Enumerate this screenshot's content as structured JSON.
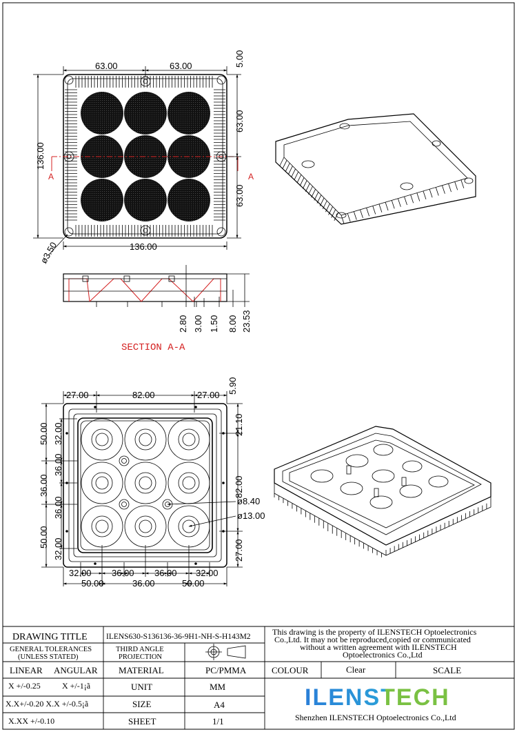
{
  "views": {
    "top_view": {
      "dims": [
        "63.00",
        "63.00",
        "5.00",
        "63.00",
        "63.00",
        "136.00",
        "136.00",
        "ø3.50"
      ],
      "section_marks": [
        "A",
        "A"
      ]
    },
    "section_view": {
      "title": "SECTION A-A",
      "dims": [
        "2.80",
        "3.00",
        "1.50",
        "8.00",
        "23.53"
      ]
    },
    "bottom_view": {
      "top_dims": [
        "27.00",
        "82.00",
        "27.00",
        "5.90"
      ],
      "left_outer": [
        "50.00",
        "36.00",
        "50.00"
      ],
      "left_inner": [
        "32.00",
        "36.00",
        "36.00",
        "32.00"
      ],
      "right_dims": [
        "21.10",
        "82.00",
        "27.00"
      ],
      "callouts": [
        "ø8.40",
        "ø13.00"
      ],
      "bottom_inner": [
        "32.00",
        "36.00",
        "36.00",
        "32.00"
      ],
      "bottom_outer": [
        "50.00",
        "36.00",
        "50.00"
      ]
    }
  },
  "title_block": {
    "drawing_title_label": "DRAWING TITLE",
    "drawing_number": "ILENS630-S136136-36-9H1-NH-S-H143M2",
    "general_tolerances": "GENERAL TOLERANCES",
    "unless_stated": "(UNLESS STATED)",
    "third_angle": "THIRD ANGLE",
    "projection": "PROJECTION",
    "notice_line1": "This drawing is the property of ILENSTECH Optoelectronics",
    "notice_line2": "Co.,Ltd. It may not be reproduced,copied or communicated",
    "notice_line3": "without a written agreement with ILENSTECH",
    "notice_line4": "Optoelectronics Co.,Ltd",
    "linear": "LINEAR",
    "angular": "ANGULAR",
    "material_label": "MATERIAL",
    "material_value": "PC/PMMA",
    "colour_label": "COLOUR",
    "colour_value": "Clear",
    "scale_label": "SCALE",
    "tol_x_lin": "X  +/-0.25",
    "tol_x_ang": "X  +/-1¡ã",
    "tol_xx": "X.X+/-0.20 X.X +/-0.5¡ã",
    "tol_xxx": "X.XX +/-0.10",
    "unit_label": "UNIT",
    "unit_value": "MM",
    "size_label": "SIZE",
    "size_value": "A4",
    "sheet_label": "SHEET",
    "sheet_value": "1/1",
    "logo_text": "ILENSTECH",
    "company": "Shenzhen ILENSTECH Optoelectronics Co.,Ltd"
  },
  "colors": {
    "red": "#d42020",
    "logo_blue": "#2a7fd8",
    "logo_green": "#7ac143"
  }
}
